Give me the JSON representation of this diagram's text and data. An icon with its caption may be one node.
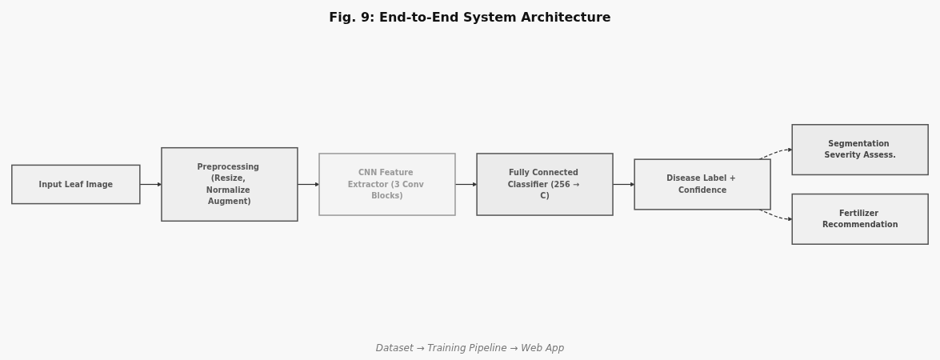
{
  "diagram": {
    "title": "Fig. 9: End-to-End System Architecture",
    "caption": "Dataset → Training Pipeline → Web App",
    "nodes": [
      {
        "text": [
          "Input Leaf Image"
        ]
      },
      {
        "text": [
          "Preprocessing (Resize, Normalize Augment)"
        ]
      },
      {
        "text": [
          "CNN Feature Extractor (3 Conv Blocks)"
        ]
      },
      {
        "text": [
          "Fully Connected Classifier (256 → C)"
        ]
      },
      {
        "text": [
          "Disease Label + Confidence"
        ]
      },
      {
        "text": [
          "Segmentation Severity Assess."
        ]
      },
      {
        "text": [
          "Fertilizer Recommendation"
        ]
      }
    ],
    "edges": [
      {
        "from": 0,
        "to": 1,
        "arrow": "to"
      },
      {
        "from": 1,
        "to": 2,
        "arrow": "to"
      },
      {
        "from": 2,
        "to": 3,
        "arrow": "to"
      },
      {
        "from": 3,
        "to": 4,
        "arrow": "to"
      },
      {
        "from": 4,
        "to": 5,
        "arrow": "to",
        "style": "dashed"
      },
      {
        "from": 4,
        "to": 6,
        "arrow": "to",
        "style": "dashed"
      }
    ]
  }
}
